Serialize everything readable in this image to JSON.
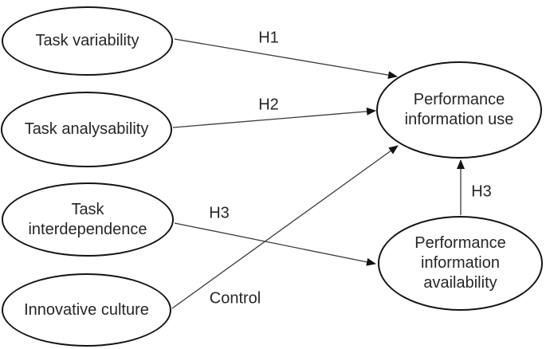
{
  "diagram": {
    "type": "conceptual-path-model",
    "background_color": "#ffffff",
    "node_border_color": "#141414",
    "arrow_color": "#3c3c3c",
    "text_color": "#262626"
  },
  "nodes": [
    {
      "id": "task-variability",
      "label": "Task variability"
    },
    {
      "id": "task-analysability",
      "label": "Task analysability"
    },
    {
      "id": "task-interdependence",
      "label": "Task interdependence"
    },
    {
      "id": "innovative-culture",
      "label": "Innovative culture"
    },
    {
      "id": "performance-information-use",
      "label": "Performance information use"
    },
    {
      "id": "performance-information-availability",
      "label": "Performance information availability"
    }
  ],
  "edges": [
    {
      "from": "task-variability",
      "to": "performance-information-use",
      "label": "H1"
    },
    {
      "from": "task-analysability",
      "to": "performance-information-use",
      "label": "H2"
    },
    {
      "from": "task-interdependence",
      "to": "performance-information-availability",
      "label": "H3"
    },
    {
      "from": "innovative-culture",
      "to": "performance-information-use",
      "label": "Control"
    },
    {
      "from": "performance-information-availability",
      "to": "performance-information-use",
      "label": "H3"
    }
  ]
}
